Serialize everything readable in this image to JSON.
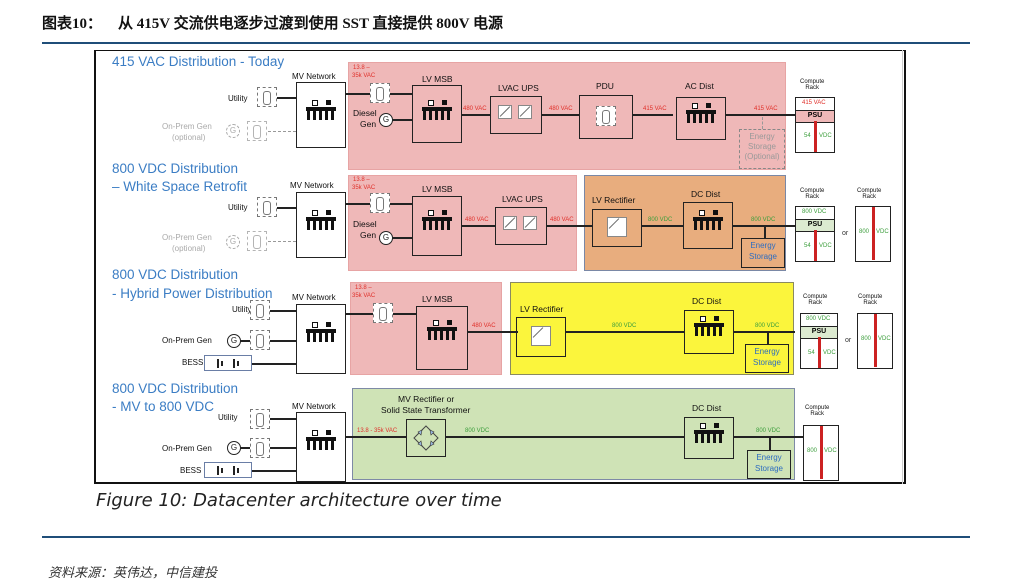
{
  "header": {
    "figure_number": "图表10：",
    "title": "从 415V 交流供电逐步过渡到使用 SST 直接提供 800V 电源"
  },
  "caption": "Figure 10: Datacenter architecture over time",
  "source": "资料来源：英伟达，中信建投",
  "colors": {
    "title_blue": "#3b7dc4",
    "rule": "#1f4e79",
    "pink_zone": "#efb8b8",
    "orange_zone": "#e8ad7e",
    "yellow_zone": "#fbf53c",
    "green_zone": "#cfe3b6",
    "ac_voltage": "#e0302a",
    "dc_voltage": "#3c9e3c",
    "rack_bus": "#cc2222"
  },
  "common": {
    "mv_network": "MV Network",
    "utility": "Utility",
    "on_prem_gen": "On-Prem Gen",
    "optional": "(optional)",
    "bess": "BESS",
    "gen_symbol": "G",
    "lv_msb": "LV MSB",
    "diesel_gen_1": "Diesel",
    "diesel_gen_2": "Gen",
    "lvac_ups": "LVAC UPS",
    "pdu": "PDU",
    "ac_dist": "AC Dist",
    "dc_dist": "DC Dist",
    "lv_rectifier": "LV Rectifier",
    "energy_storage_1": "Energy",
    "energy_storage_2": "Storage",
    "energy_storage_opt_3": "(Optional)",
    "compute_rack_1": "Compute",
    "compute_rack_2": "Rack",
    "psu": "PSU",
    "or": "or",
    "mv_rectifier_1": "MV Rectifier or",
    "mv_rectifier_2": "Solid State Transformer"
  },
  "voltages": {
    "mv_1": "13.8 –",
    "mv_2": "35k VAC",
    "mv_inline": "13.8 - 35k VAC",
    "v480": "480 VAC",
    "v415": "415 VAC",
    "v800dc": "800 VDC",
    "v54": "54",
    "v800": "800",
    "vdc": "VDC"
  },
  "sections": [
    {
      "title_1": "415 VAC Distribution - Today",
      "title_2": ""
    },
    {
      "title_1": "800 VDC Distribution",
      "title_2": "– White Space Retrofit"
    },
    {
      "title_1": "800 VDC Distribution",
      "title_2": "- Hybrid Power Distribution"
    },
    {
      "title_1": "800 VDC Distribution",
      "title_2": "- MV to 800 VDC"
    }
  ]
}
